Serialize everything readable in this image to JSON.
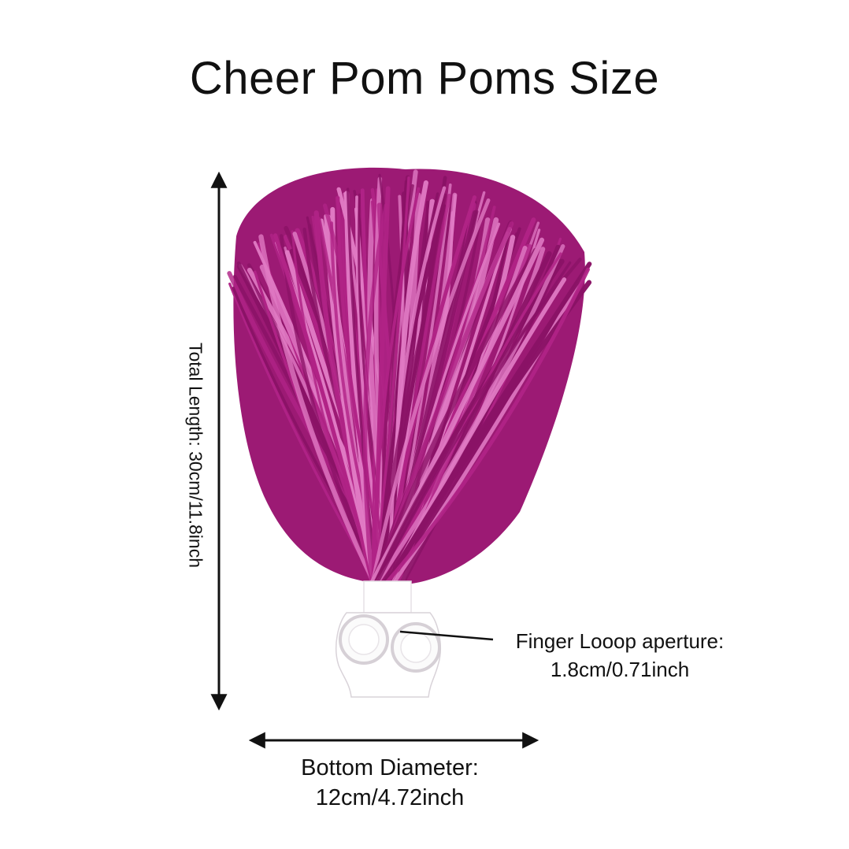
{
  "title": "Cheer Pom Poms Size",
  "total_length": "Total Length: 30cm/11.8inch",
  "finger_loop": {
    "line1": "Finger Looop aperture:",
    "line2": "1.8cm/0.71inch"
  },
  "bottom_diameter": {
    "line1": "Bottom Diameter:",
    "line2": "12cm/4.72inch"
  },
  "colors": {
    "tinsel_dark": "#8a1266",
    "tinsel_mid": "#b02386",
    "tinsel_light": "#e07ac4",
    "handle": "#ffffff",
    "arrow": "#111111"
  }
}
